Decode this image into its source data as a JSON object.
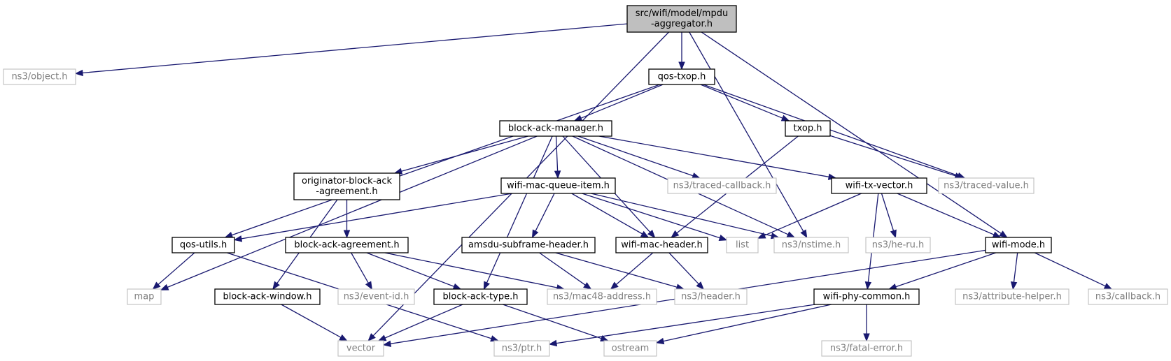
{
  "diagram": {
    "nodes": [
      {
        "id": "root",
        "lines": [
          "src/wifi/model/mpdu",
          "-aggregator.h"
        ],
        "style": "root"
      },
      {
        "id": "object",
        "lines": [
          "ns3/object.h"
        ],
        "style": "ext"
      },
      {
        "id": "qostxop",
        "lines": [
          "qos-txop.h"
        ],
        "style": "doc"
      },
      {
        "id": "bam",
        "lines": [
          "block-ack-manager.h"
        ],
        "style": "doc"
      },
      {
        "id": "txop",
        "lines": [
          "txop.h"
        ],
        "style": "doc"
      },
      {
        "id": "oba",
        "lines": [
          "originator-block-ack",
          "-agreement.h"
        ],
        "style": "doc"
      },
      {
        "id": "wmqi",
        "lines": [
          "wifi-mac-queue-item.h"
        ],
        "style": "doc"
      },
      {
        "id": "tracedcb",
        "lines": [
          "ns3/traced-callback.h"
        ],
        "style": "ext"
      },
      {
        "id": "wtv",
        "lines": [
          "wifi-tx-vector.h"
        ],
        "style": "doc"
      },
      {
        "id": "tracedval",
        "lines": [
          "ns3/traced-value.h"
        ],
        "style": "ext"
      },
      {
        "id": "qosutils",
        "lines": [
          "qos-utils.h"
        ],
        "style": "doc"
      },
      {
        "id": "baa",
        "lines": [
          "block-ack-agreement.h"
        ],
        "style": "doc"
      },
      {
        "id": "amsdu",
        "lines": [
          "amsdu-subframe-header.h"
        ],
        "style": "doc"
      },
      {
        "id": "wmh",
        "lines": [
          "wifi-mac-header.h"
        ],
        "style": "doc"
      },
      {
        "id": "list",
        "lines": [
          "list"
        ],
        "style": "ext"
      },
      {
        "id": "nstime",
        "lines": [
          "ns3/nstime.h"
        ],
        "style": "ext"
      },
      {
        "id": "heru",
        "lines": [
          "ns3/he-ru.h"
        ],
        "style": "ext"
      },
      {
        "id": "wifimode",
        "lines": [
          "wifi-mode.h"
        ],
        "style": "doc"
      },
      {
        "id": "map",
        "lines": [
          "map"
        ],
        "style": "ext"
      },
      {
        "id": "baw",
        "lines": [
          "block-ack-window.h"
        ],
        "style": "doc"
      },
      {
        "id": "eventid",
        "lines": [
          "ns3/event-id.h"
        ],
        "style": "ext"
      },
      {
        "id": "batype",
        "lines": [
          "block-ack-type.h"
        ],
        "style": "doc"
      },
      {
        "id": "mac48",
        "lines": [
          "ns3/mac48-address.h"
        ],
        "style": "ext"
      },
      {
        "id": "header",
        "lines": [
          "ns3/header.h"
        ],
        "style": "ext"
      },
      {
        "id": "wpc",
        "lines": [
          "wifi-phy-common.h"
        ],
        "style": "doc"
      },
      {
        "id": "attrhelper",
        "lines": [
          "ns3/attribute-helper.h"
        ],
        "style": "ext"
      },
      {
        "id": "callback",
        "lines": [
          "ns3/callback.h"
        ],
        "style": "ext"
      },
      {
        "id": "vector",
        "lines": [
          "vector"
        ],
        "style": "ext"
      },
      {
        "id": "ptr",
        "lines": [
          "ns3/ptr.h"
        ],
        "style": "ext"
      },
      {
        "id": "ostream",
        "lines": [
          "ostream"
        ],
        "style": "ext"
      },
      {
        "id": "fatalerror",
        "lines": [
          "ns3/fatal-error.h"
        ],
        "style": "ext"
      }
    ],
    "edges": [
      {
        "from": "root",
        "to": "object"
      },
      {
        "from": "root",
        "to": "qostxop"
      },
      {
        "from": "root",
        "to": "vector"
      },
      {
        "from": "root",
        "to": "nstime"
      },
      {
        "from": "root",
        "to": "wifimode"
      },
      {
        "from": "qostxop",
        "to": "bam"
      },
      {
        "from": "qostxop",
        "to": "txop"
      },
      {
        "from": "qostxop",
        "to": "qosutils"
      },
      {
        "from": "qostxop",
        "to": "tracedval"
      },
      {
        "from": "bam",
        "to": "oba"
      },
      {
        "from": "bam",
        "to": "wmqi"
      },
      {
        "from": "bam",
        "to": "tracedcb"
      },
      {
        "from": "bam",
        "to": "wtv"
      },
      {
        "from": "bam",
        "to": "map"
      },
      {
        "from": "bam",
        "to": "batype"
      },
      {
        "from": "bam",
        "to": "wmh"
      },
      {
        "from": "bam",
        "to": "nstime"
      },
      {
        "from": "txop",
        "to": "tracedval"
      },
      {
        "from": "txop",
        "to": "wmh"
      },
      {
        "from": "oba",
        "to": "baa"
      },
      {
        "from": "oba",
        "to": "baw"
      },
      {
        "from": "wmqi",
        "to": "qosutils"
      },
      {
        "from": "wmqi",
        "to": "amsdu"
      },
      {
        "from": "wmqi",
        "to": "wmh"
      },
      {
        "from": "wmqi",
        "to": "list"
      },
      {
        "from": "wmqi",
        "to": "nstime"
      },
      {
        "from": "wtv",
        "to": "list"
      },
      {
        "from": "wtv",
        "to": "heru"
      },
      {
        "from": "wtv",
        "to": "wifimode"
      },
      {
        "from": "wtv",
        "to": "wpc"
      },
      {
        "from": "qosutils",
        "to": "map"
      },
      {
        "from": "qosutils",
        "to": "ptr"
      },
      {
        "from": "baa",
        "to": "eventid"
      },
      {
        "from": "baa",
        "to": "batype"
      },
      {
        "from": "baa",
        "to": "mac48"
      },
      {
        "from": "amsdu",
        "to": "mac48"
      },
      {
        "from": "amsdu",
        "to": "header"
      },
      {
        "from": "wmh",
        "to": "mac48"
      },
      {
        "from": "wmh",
        "to": "header"
      },
      {
        "from": "baw",
        "to": "vector"
      },
      {
        "from": "batype",
        "to": "vector"
      },
      {
        "from": "batype",
        "to": "ostream"
      },
      {
        "from": "wifimode",
        "to": "wpc"
      },
      {
        "from": "wifimode",
        "to": "attrhelper"
      },
      {
        "from": "wifimode",
        "to": "callback"
      },
      {
        "from": "wifimode",
        "to": "vector"
      },
      {
        "from": "wpc",
        "to": "ptr"
      },
      {
        "from": "wpc",
        "to": "ostream"
      },
      {
        "from": "wpc",
        "to": "fatalerror"
      }
    ]
  },
  "colors": {
    "edge": "#191970",
    "root_fill": "#bfbfbf",
    "border": "#000000",
    "external_border": "#bfbfbf",
    "external_text": "#7f7f7f"
  }
}
